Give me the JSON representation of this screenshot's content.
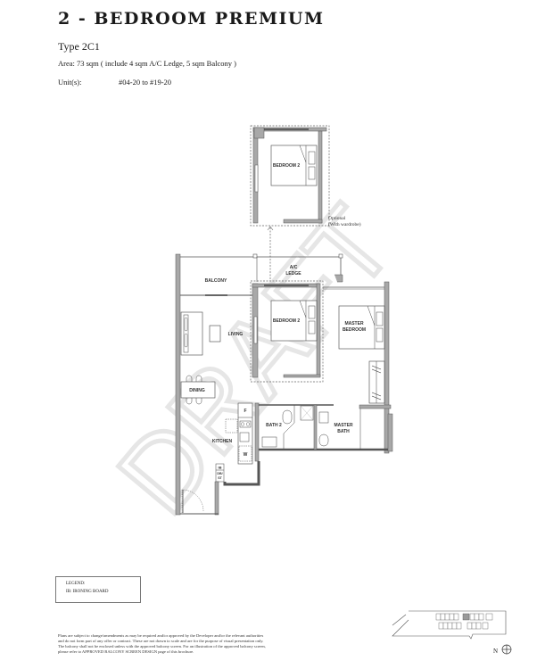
{
  "header": {
    "title": "2 - BEDROOM PREMIUM",
    "type": "Type 2C1",
    "area": "Area: 73 sqm ( include 4 sqm A/C Ledge, 5 sqm Balcony )",
    "units_label": "Unit(s):",
    "units_value": "#04-20 to #19-20"
  },
  "plan": {
    "rooms": {
      "optional_bedroom": "BEDROOM 2",
      "balcony": "BALCONY",
      "ac_ledge_line1": "A/C",
      "ac_ledge_line2": "LEDGE",
      "bedroom2": "BEDROOM 2",
      "master_bedroom_line1": "MASTER",
      "master_bedroom_line2": "BEDROOM",
      "living": "LIVING",
      "dining": "DINING",
      "kitchen": "KITCHEN",
      "bath2": "BATH 2",
      "master_bath_line1": "MASTER",
      "master_bath_line2": "BATH",
      "fridge": "F",
      "washer": "W",
      "ironing_board": "IB",
      "db_st_line1": "DB/",
      "db_st_line2": "ST"
    },
    "optional_note_line1": "Optional",
    "optional_note_line2": "(With wardrobe)",
    "watermark": "DRAFT"
  },
  "legend": {
    "title": "LEGEND:",
    "item": "IB: IRONING BOARD"
  },
  "disclaimer": {
    "line1": "Plans are subject to change/amendments as may be required and/or approved by the Developer and/or the relevant authorities",
    "line2": "and do not form part of any offer or contract. These are not drawn to scale and are for the purpose of visual presentation only.",
    "line3": "The balcony shall not be enclosed unless with the approved balcony screen. For an illustration of the approved balcony screen,",
    "line4": "please refer to APPROVED BALCONY SCREEN DESIGN page of this brochure."
  },
  "key_plan": {
    "north_label": "N",
    "highlight_color": "#9a9a9a"
  },
  "colors": {
    "wall": "#a8a8a8",
    "wall_stroke": "#555555",
    "watermark": "#ececec"
  }
}
